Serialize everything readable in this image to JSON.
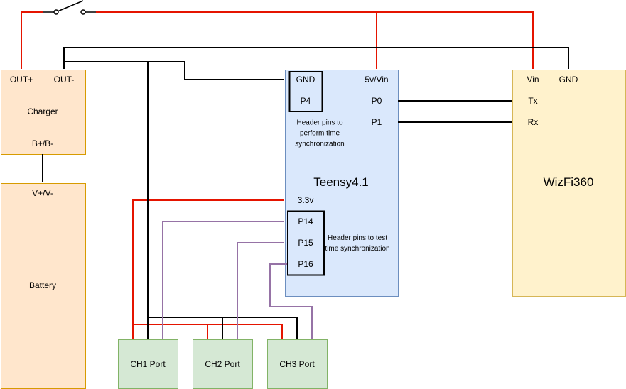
{
  "colors": {
    "wire_power": "#e51400",
    "wire_ground": "#000000",
    "wire_signal": "#9673a6",
    "charger_fill": "#ffe6cc",
    "charger_stroke": "#d79b00",
    "teensy_fill": "#dae8fc",
    "teensy_stroke": "#6c8ebf",
    "wizfi_fill": "#fff2cc",
    "wizfi_stroke": "#d6b656",
    "port_fill": "#d5e8d4",
    "port_stroke": "#82b366"
  },
  "charger": {
    "out_plus": "OUT+",
    "out_minus": "OUT-",
    "title": "Charger",
    "batt_pins": "B+/B-"
  },
  "battery": {
    "pins": "V+/V-",
    "title": "Battery"
  },
  "teensy": {
    "title": "Teensy4.1",
    "gnd": "GND",
    "p4": "P4",
    "vin": "5v/Vin",
    "p0": "P0",
    "p1": "P1",
    "v33": "3.3v",
    "p14": "P14",
    "p15": "P15",
    "p16": "P16",
    "sync_note": "Header pins to perform time synchronization",
    "test_note": "Header pins to test time synchronization"
  },
  "wizfi": {
    "title": "WizFi360",
    "vin": "Vin",
    "gnd": "GND",
    "tx": "Tx",
    "rx": "Rx"
  },
  "ports": {
    "ch1": "CH1 Port",
    "ch2": "CH2 Port",
    "ch3": "CH3 Port"
  }
}
